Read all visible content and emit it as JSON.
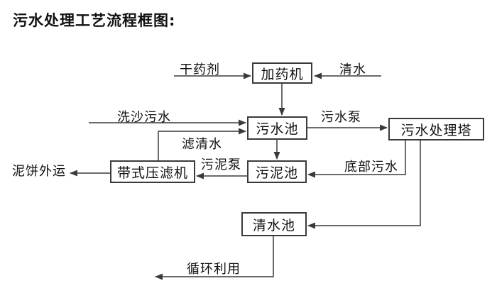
{
  "title": "污水处理工艺流程框图:",
  "diagram": {
    "type": "flowchart",
    "nodes": [
      {
        "id": "dosing-machine",
        "label": "加药机"
      },
      {
        "id": "sewage-pool",
        "label": "污水池"
      },
      {
        "id": "treatment-tower",
        "label": "污水处理塔"
      },
      {
        "id": "sludge-pool",
        "label": "污泥池"
      },
      {
        "id": "belt-filter-press",
        "label": "带式压滤机"
      },
      {
        "id": "clean-water-pool",
        "label": "清水池"
      }
    ],
    "edge_labels": [
      {
        "id": "dry-chemical",
        "label": "干药剂"
      },
      {
        "id": "clean-water",
        "label": "清水"
      },
      {
        "id": "sand-washing-sewage",
        "label": "洗沙污水"
      },
      {
        "id": "sewage-pump",
        "label": "污水泵"
      },
      {
        "id": "filtered-water",
        "label": "滤清水"
      },
      {
        "id": "sludge-pump",
        "label": "污泥泵"
      },
      {
        "id": "bottom-sewage",
        "label": "底部污水"
      },
      {
        "id": "mud-cake-outbound",
        "label": "泥饼外运"
      },
      {
        "id": "recycling",
        "label": "循环利用"
      }
    ],
    "colors": {
      "line": "#3a3a3a",
      "text": "#111111",
      "background": "#ffffff"
    }
  }
}
